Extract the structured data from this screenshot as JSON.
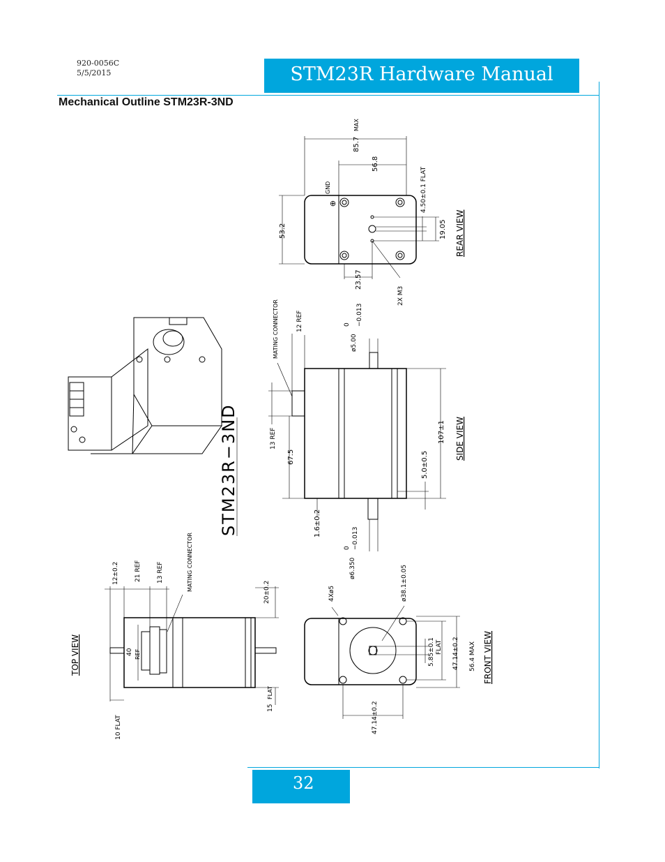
{
  "header": {
    "doc_number": "920-0056C",
    "doc_date": "5/5/2015",
    "title": "STM23R Hardware Manual"
  },
  "section": {
    "heading": "Mechanical Outline STM23R-3ND"
  },
  "drawing": {
    "model": "STM23R−3ND",
    "views": {
      "top": "TOP VIEW",
      "side": "SIDE VIEW",
      "rear": "REAR VIEW",
      "front": "FRONT VIEW"
    },
    "rear_view": {
      "max_len": "85.7",
      "max_word": "MAX",
      "body": "56.8",
      "gnd": "GND",
      "gnd_symbol": "⊕",
      "flat": "4.50±0.1 FLAT",
      "height": "53.2",
      "spacing": "19.05",
      "offset": "23.57",
      "screws": "2X M3"
    },
    "side_view": {
      "connector": "MATING CONNECTOR",
      "ref12": "12 REF",
      "shaft_dia": "ø5.00",
      "tol_zero": "0",
      "tol_minus": "−0.013",
      "ref13": "13 REF",
      "len675": "67.5",
      "len107": "107±1",
      "len5": "5.0±0.5",
      "len16": "1.6±0.2",
      "shaft_dia2": "ø6.350",
      "tol_zero2": "0",
      "tol_minus2": "−0.013"
    },
    "top_view": {
      "connector": "MATING CONNECTOR",
      "d12": "12±0.2",
      "d21": "21 REF",
      "d13": "13 REF",
      "d20": "20±0.2",
      "d40": "40",
      "ref": "REF",
      "d15": "15",
      "flat": "FLAT",
      "d10": "10 FLAT"
    },
    "front_view": {
      "holes": "4Xø5",
      "pilot": "ø38.1±0.05",
      "flat585": "5.85±0.1",
      "flat": "FLAT",
      "d4714": "47.14±0.2",
      "d564": "56.4 MAX",
      "d4714b": "47.14±0.2"
    }
  },
  "footer": {
    "page_number": "32"
  }
}
